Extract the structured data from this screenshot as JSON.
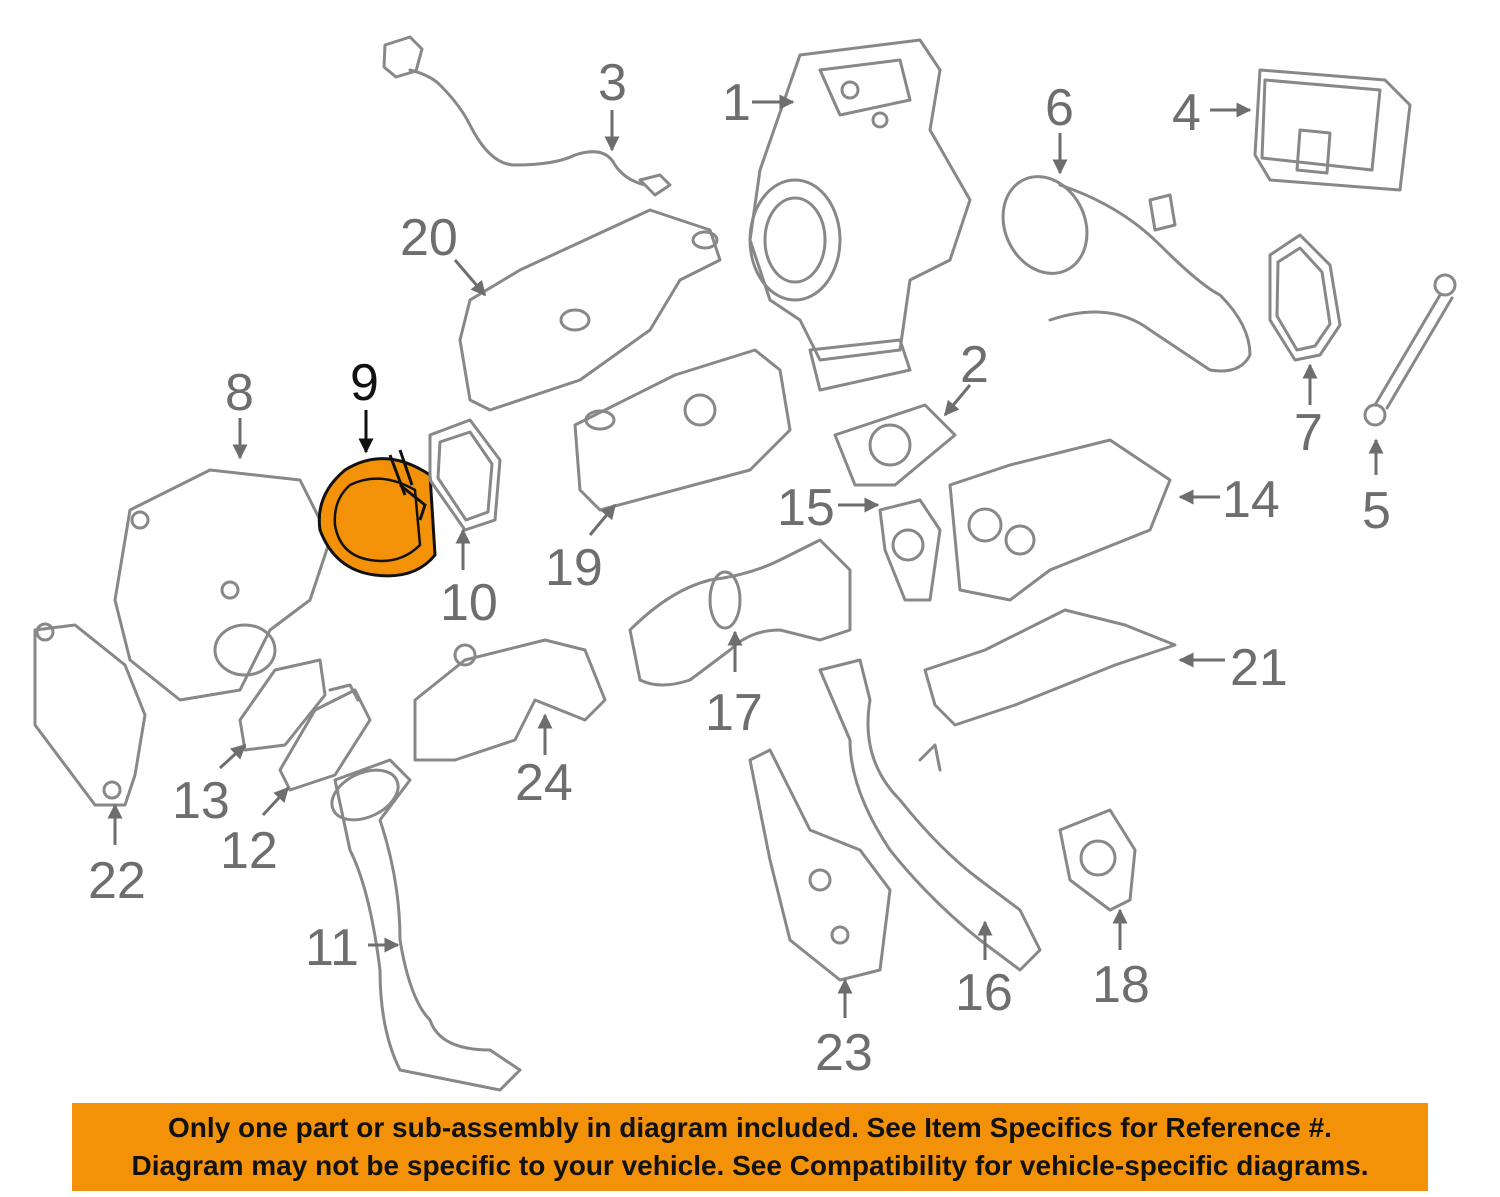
{
  "diagram": {
    "highlighted_part": "9",
    "highlight_color": "#f39208",
    "callouts": [
      "1",
      "2",
      "3",
      "4",
      "5",
      "6",
      "7",
      "8",
      "9",
      "10",
      "11",
      "12",
      "13",
      "14",
      "15",
      "16",
      "17",
      "18",
      "19",
      "20",
      "21",
      "22",
      "23",
      "24"
    ]
  },
  "banner": {
    "line1": "Only one part or sub-assembly in diagram included. See Item Specifics for Reference #.",
    "line2": "Diagram may not be specific to your vehicle. See Compatibility for vehicle-specific diagrams.",
    "background": "#f39208"
  }
}
